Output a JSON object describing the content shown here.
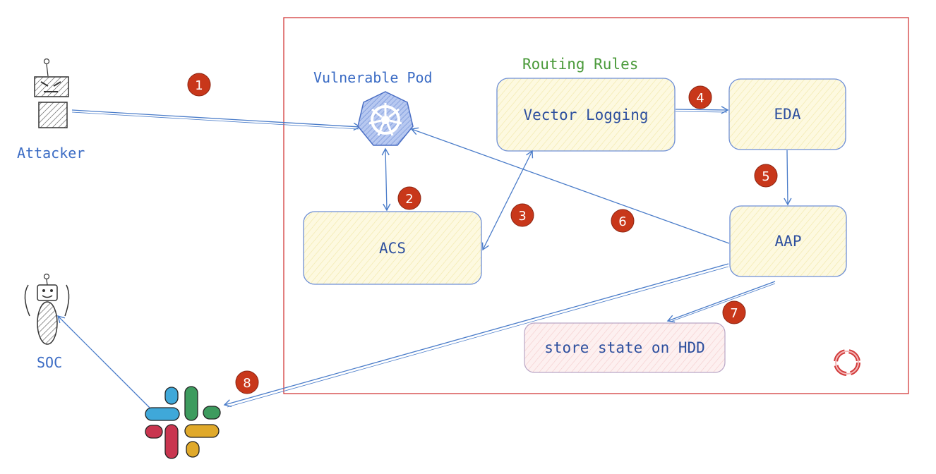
{
  "labels": {
    "attacker": "Attacker",
    "soc": "SOC",
    "vulnerable_pod": "Vulnerable Pod",
    "routing_rules": "Routing Rules"
  },
  "boxes": {
    "vector_logging": "Vector Logging",
    "eda": "EDA",
    "acs": "ACS",
    "aap": "AAP",
    "store_state": "store state on HDD"
  },
  "steps": [
    "1",
    "2",
    "3",
    "4",
    "5",
    "6",
    "7",
    "8"
  ],
  "colors": {
    "frame": "#d23b3b",
    "arrow": "#4a7cc9",
    "box_fill": "#fbf6d6",
    "box_stroke": "#6e8fd6",
    "store_fill": "#fbe4e4",
    "badge": "#c8371a",
    "label_blue": "#3a6bc4",
    "label_green": "#4a9a3a"
  },
  "icons": [
    "attacker-robot-icon",
    "soc-robot-icon",
    "kubernetes-icon",
    "slack-icon",
    "openshift-icon"
  ]
}
